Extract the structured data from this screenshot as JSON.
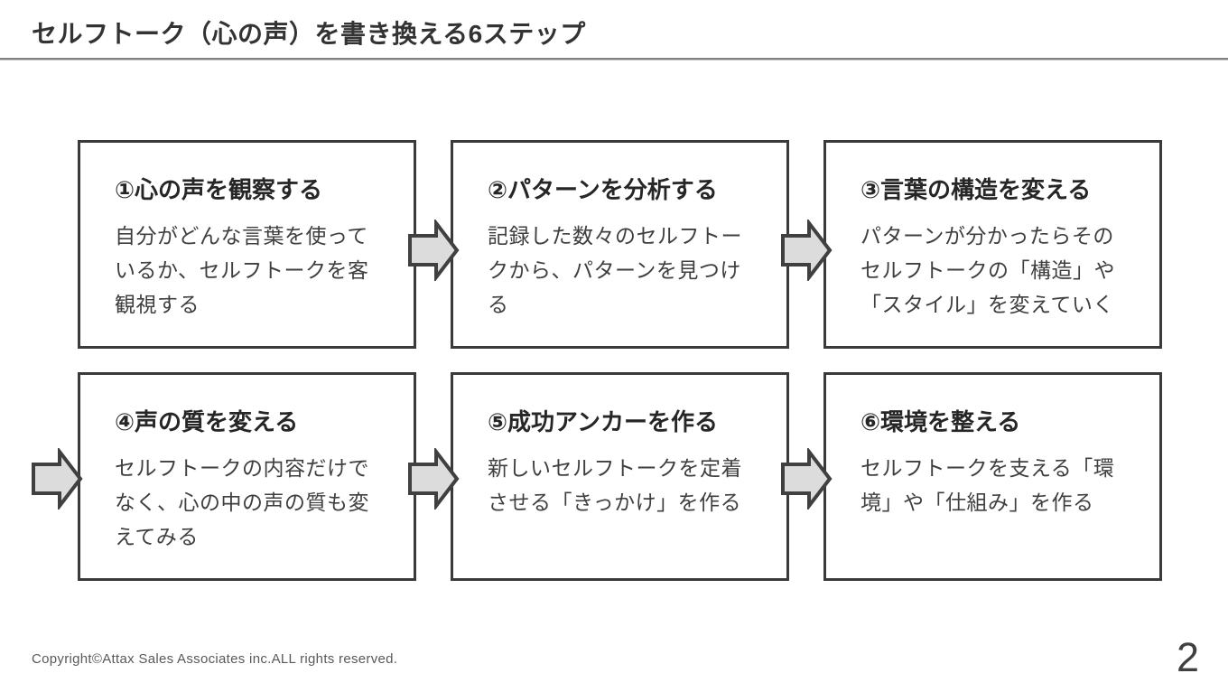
{
  "slide": {
    "title": "セルフトーク（心の声）を書き換える6ステップ",
    "page_number": "2",
    "copyright": "Copyright©Attax Sales Associates inc.ALL rights reserved."
  },
  "steps": [
    {
      "heading": "①心の声を観察する",
      "body": "自分がどんな言葉を使っているか、セルフトークを客観視する"
    },
    {
      "heading": "②パターンを分析する",
      "body": "記録した数々のセルフトークから、パターンを見つける"
    },
    {
      "heading": "③言葉の構造を変える",
      "body": "パターンが分かったらそのセルフトークの「構造」や「スタイル」を変えていく"
    },
    {
      "heading": "④声の質を変える",
      "body": "セルフトークの内容だけでなく、心の中の声の質も変えてみる"
    },
    {
      "heading": "⑤成功アンカーを作る",
      "body": "新しいセルフトークを定着させる「きっかけ」を作る"
    },
    {
      "heading": "⑥環境を整える",
      "body": "セルフトークを支える「環境」や「仕組み」を作る"
    }
  ],
  "icons": {
    "flow_arrow": "arrow-right-icon"
  },
  "colors": {
    "box_border": "#3a3a3a",
    "box_fill": "#ffffff",
    "arrow_fill": "#dcdcdc",
    "arrow_stroke": "#404040",
    "heading_text": "#262626",
    "body_text": "#3f3f3f",
    "divider": "#808080",
    "footer_text": "#595959",
    "page_number_text": "#404040"
  }
}
